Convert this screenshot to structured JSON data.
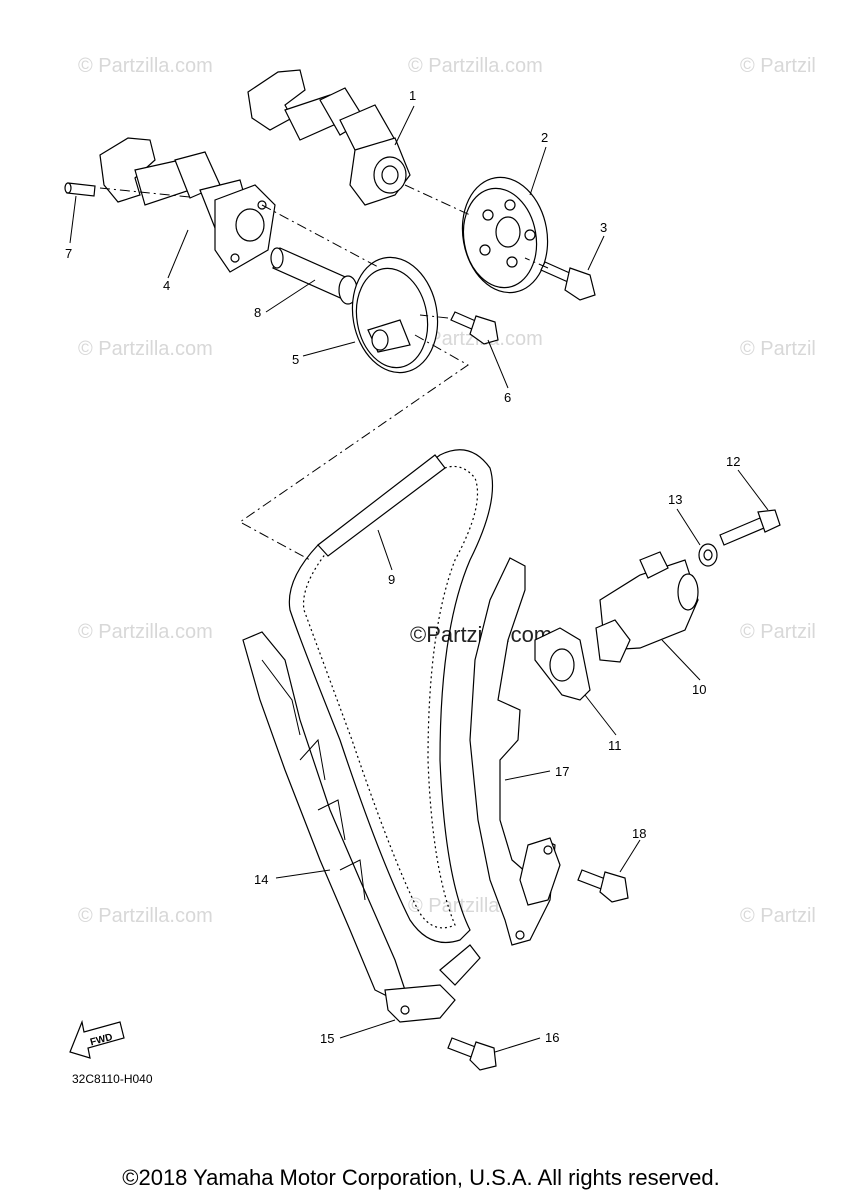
{
  "diagram": {
    "callouts": [
      {
        "id": "1",
        "label": "1"
      },
      {
        "id": "2",
        "label": "2"
      },
      {
        "id": "3",
        "label": "3"
      },
      {
        "id": "4",
        "label": "4"
      },
      {
        "id": "5",
        "label": "5"
      },
      {
        "id": "6",
        "label": "6"
      },
      {
        "id": "7",
        "label": "7"
      },
      {
        "id": "8",
        "label": "8"
      },
      {
        "id": "9",
        "label": "9"
      },
      {
        "id": "10",
        "label": "10"
      },
      {
        "id": "11",
        "label": "11"
      },
      {
        "id": "12",
        "label": "12"
      },
      {
        "id": "13",
        "label": "13"
      },
      {
        "id": "14",
        "label": "14"
      },
      {
        "id": "15",
        "label": "15"
      },
      {
        "id": "16",
        "label": "16"
      },
      {
        "id": "17",
        "label": "17"
      },
      {
        "id": "18",
        "label": "18"
      }
    ],
    "fwd_label": "FWD",
    "diagram_code": "32C8110-H040",
    "watermark": "© Partzilla.com",
    "watermark_partial": "© Partzil",
    "center_watermark": "©Partzilla.com"
  },
  "footer": {
    "copyright": "©2018 Yamaha Motor Corporation, U.S.A. All rights reserved."
  }
}
